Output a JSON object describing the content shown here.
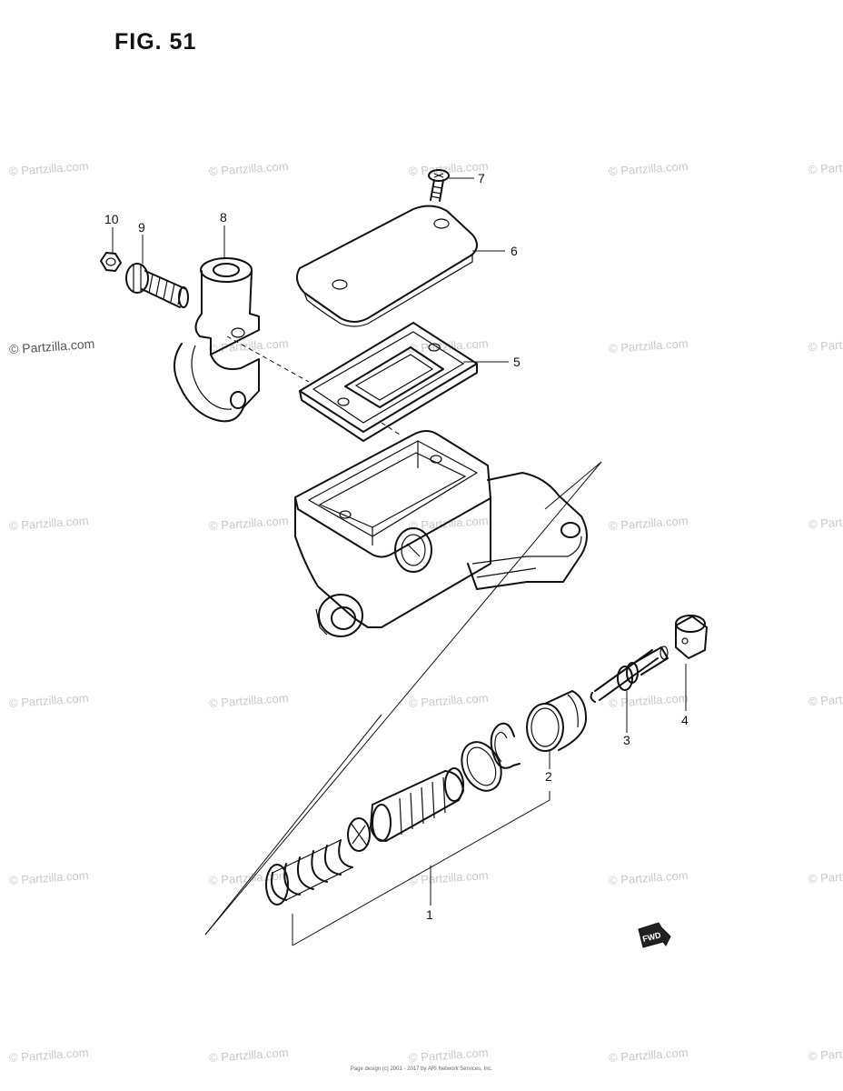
{
  "figure": {
    "title": "FIG. 51"
  },
  "watermark": "© Partzilla.com",
  "callouts": [
    {
      "label": "1"
    },
    {
      "label": "2"
    },
    {
      "label": "3"
    },
    {
      "label": "4"
    },
    {
      "label": "5"
    },
    {
      "label": "6"
    },
    {
      "label": "7"
    },
    {
      "label": "8"
    },
    {
      "label": "9"
    },
    {
      "label": "10"
    }
  ],
  "fwd_label": "FWD",
  "footer": {
    "line1": "Page design (c) 2001 - 2017 by ARI Network Services, Inc."
  }
}
